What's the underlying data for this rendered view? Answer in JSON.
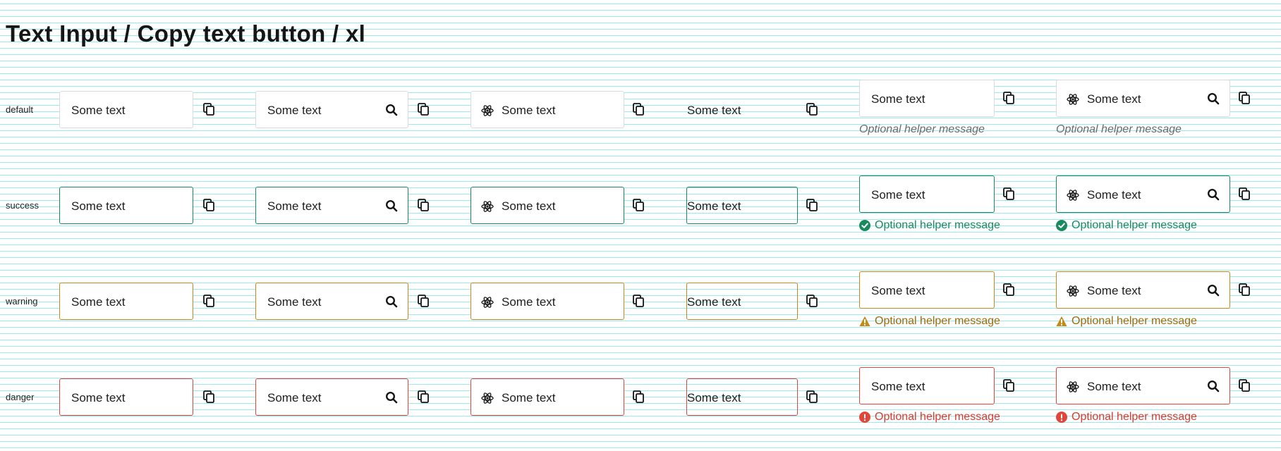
{
  "title": "Text Input / Copy text button / xl",
  "field_text": "Some text",
  "helper_text": "Optional helper message",
  "colors": {
    "default_border": "#d9dadd",
    "success": "#1a8a5e",
    "warning": "#c48a19",
    "danger": "#e0473a",
    "helper_default": "#6b6b6b",
    "grid_lines": "#9be8ee"
  },
  "icons": {
    "copy": "copy-icon",
    "search": "search-icon",
    "leading": "atom-icon",
    "success": "check-circle-icon",
    "warning": "warning-triangle-icon",
    "danger": "exclamation-circle-icon"
  },
  "rows": [
    {
      "state": "default",
      "label": "default"
    },
    {
      "state": "success",
      "label": "success"
    },
    {
      "state": "warning",
      "label": "warning"
    },
    {
      "state": "danger",
      "label": "danger"
    }
  ],
  "columns": [
    {
      "variant": "plain",
      "search": false,
      "leading_icon": false,
      "borderless": false,
      "helper": false
    },
    {
      "variant": "search",
      "search": true,
      "leading_icon": false,
      "borderless": false,
      "helper": false
    },
    {
      "variant": "leading-icon",
      "search": false,
      "leading_icon": true,
      "borderless": false,
      "helper": false
    },
    {
      "variant": "borderless",
      "search": false,
      "leading_icon": false,
      "borderless": true,
      "helper": false
    },
    {
      "variant": "plain-helper",
      "search": false,
      "leading_icon": false,
      "borderless": false,
      "helper": true
    },
    {
      "variant": "icon-search-helper",
      "search": true,
      "leading_icon": true,
      "borderless": false,
      "helper": true
    }
  ]
}
